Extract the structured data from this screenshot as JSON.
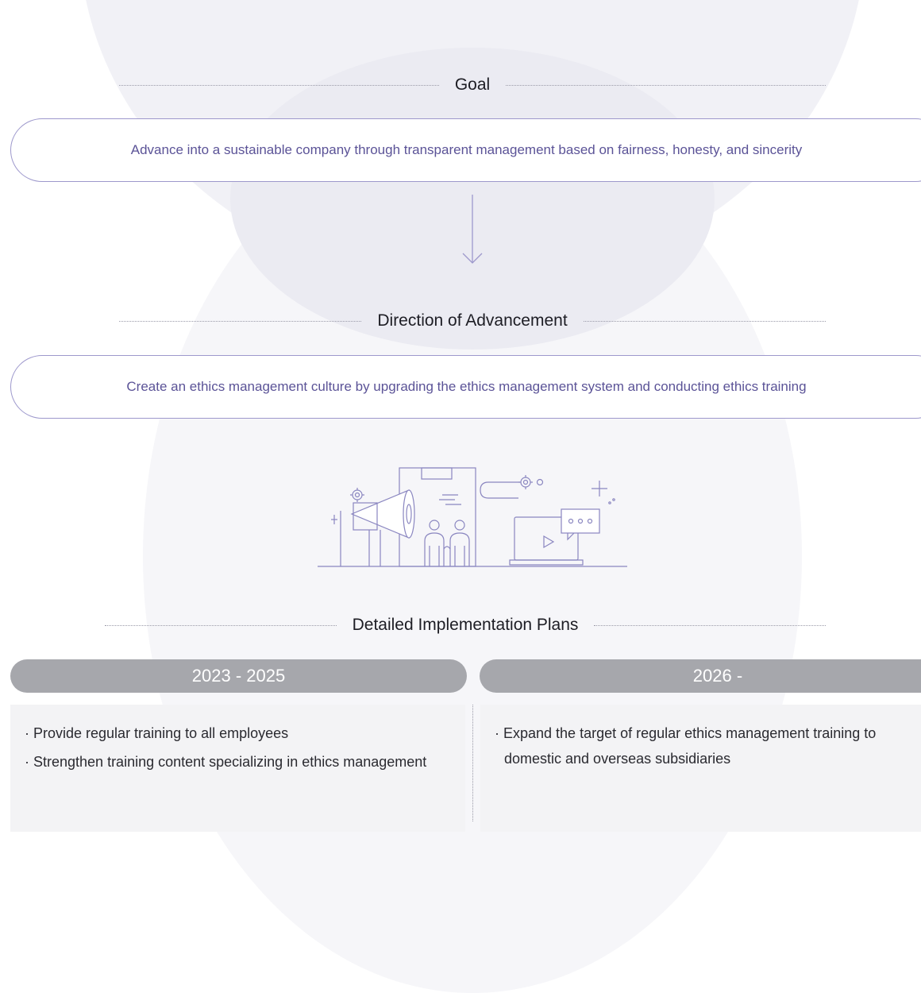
{
  "goal": {
    "heading": "Goal",
    "statement": "Advance into a sustainable company through transparent management based on fairness, honesty, and sincerity"
  },
  "direction": {
    "heading": "Direction of Advancement",
    "statement": "Create an ethics management culture by upgrading the ethics management system and conducting ethics training"
  },
  "plans": {
    "heading": "Detailed Implementation Plans",
    "periods": [
      {
        "label": "2023 - 2025",
        "items": [
          "· Provide regular training to all employees",
          "· Strengthen training content specializing in ethics management"
        ]
      },
      {
        "label": "2026 -",
        "items": [
          "· Expand the target of regular ethics management training to domestic and overseas subsidiaries"
        ]
      }
    ]
  },
  "icons": {
    "arrow": "arrow-down-icon",
    "illustration": "ethics-training-illustration"
  },
  "colors": {
    "accent_text": "#5b5397",
    "pill_border": "#9d98cc",
    "period_header_bg": "#a6a7ac",
    "period_body_bg": "#f3f3f5",
    "illustration_stroke": "#8a86c0"
  }
}
